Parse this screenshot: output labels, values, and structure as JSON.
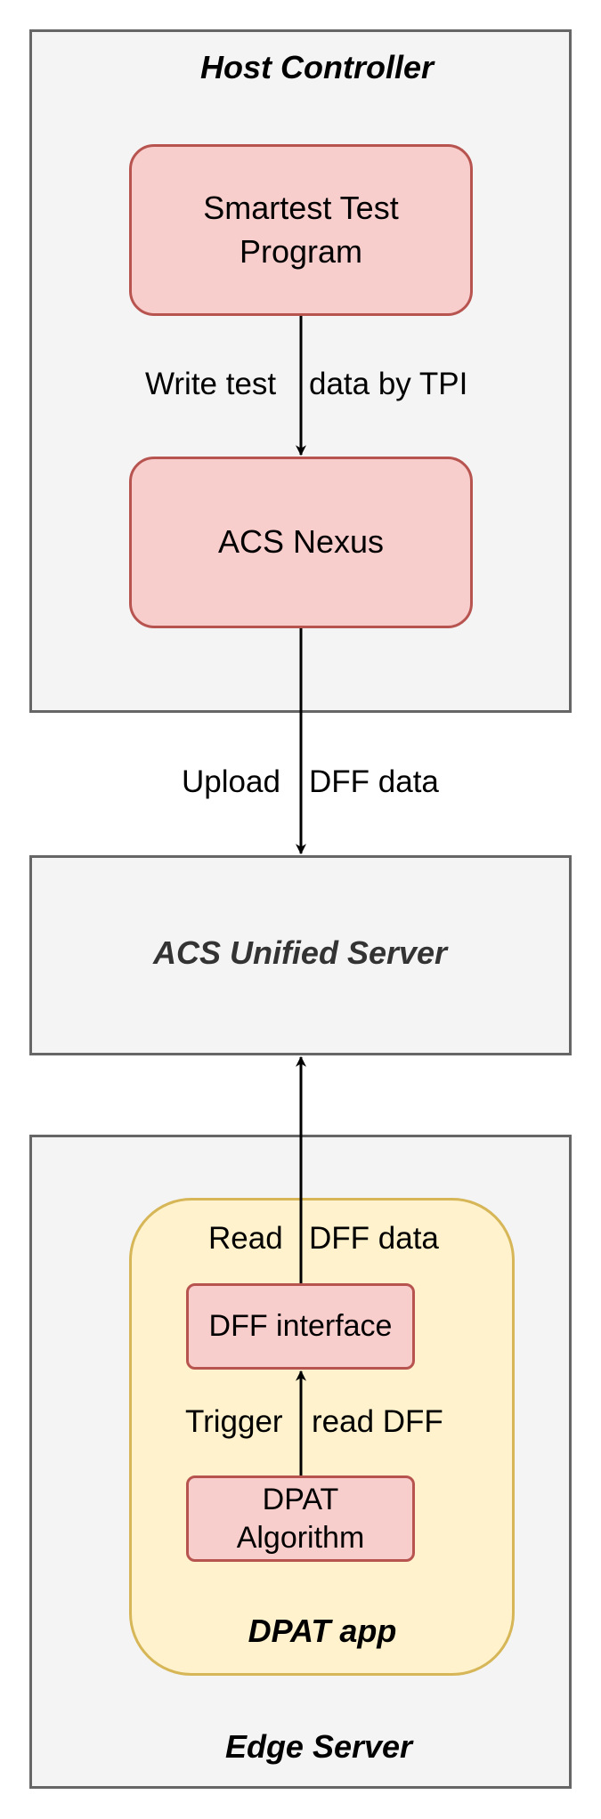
{
  "diagram": {
    "host_controller": {
      "title": "Host Controller",
      "program_label": "Smartest Test Program",
      "nexus_label": "ACS Nexus"
    },
    "unified_server": {
      "title": "ACS Unified Server"
    },
    "edge_server": {
      "title": "Edge Server",
      "app_title": "DPAT app",
      "dff_interface_label": "DFF interface",
      "algorithm_label": "DPAT Algorithm"
    },
    "edges": {
      "write": {
        "left": "Write test",
        "right": "data by TPI"
      },
      "upload": {
        "left": "Upload",
        "right": "DFF data"
      },
      "read": {
        "left": "Read",
        "right": "DFF data"
      },
      "trigger": {
        "left": "Trigger",
        "right": "read DFF"
      }
    },
    "colors": {
      "container_fill": "#f4f4f4",
      "container_stroke": "#666666",
      "node_fill": "#f8cecc",
      "node_stroke": "#b85450",
      "app_fill": "#fff2cc",
      "app_stroke": "#d6b656",
      "edge_stroke": "#000000"
    }
  }
}
